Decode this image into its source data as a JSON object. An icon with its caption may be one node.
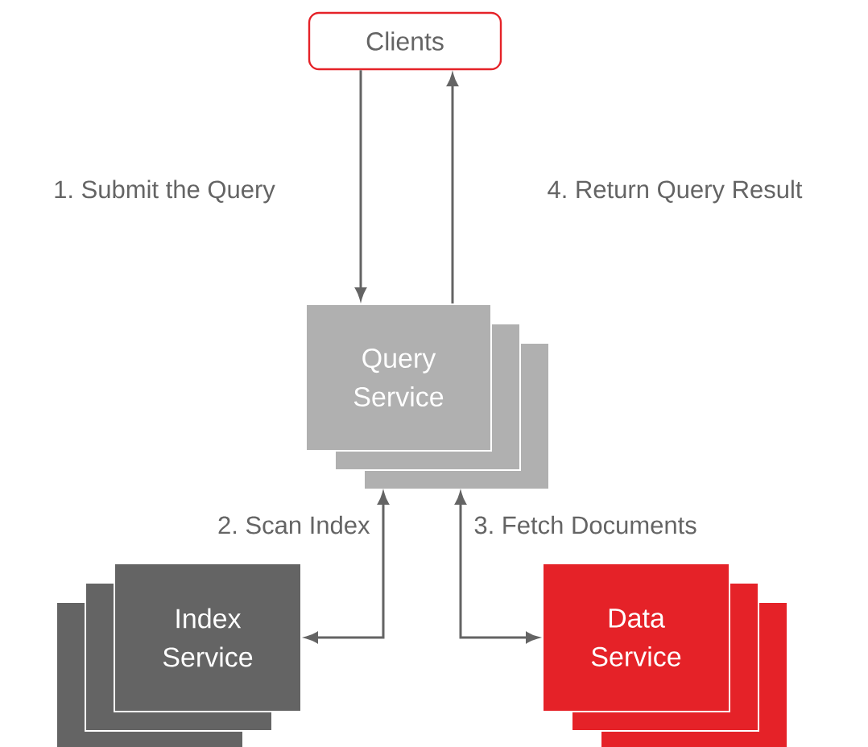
{
  "diagram": {
    "nodes": [
      {
        "text": [
          "Clients"
        ]
      },
      {
        "text": [
          "Query Service"
        ]
      },
      {
        "text": [
          "Index Service"
        ]
      },
      {
        "text": [
          "Data Service"
        ]
      }
    ],
    "edges": [
      {
        "from": 0,
        "to": 1,
        "arrow": "to",
        "label": "1. Submit the Query"
      },
      {
        "from": 1,
        "to": 0,
        "arrow": "to",
        "label": "4. Return Query Result"
      },
      {
        "from": 1,
        "to": 2,
        "arrow": "both",
        "label": "2. Scan Index"
      },
      {
        "from": 1,
        "to": 3,
        "arrow": "both",
        "label": "3. Fetch Documents"
      }
    ]
  }
}
